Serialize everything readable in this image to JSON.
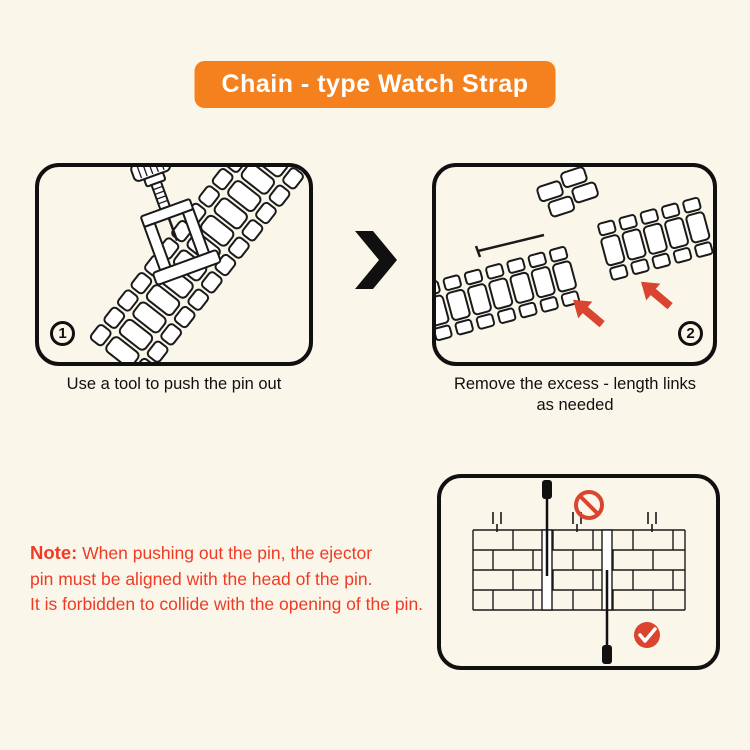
{
  "page": {
    "background_color": "#FBF6EA"
  },
  "header": {
    "title": "Chain - type Watch Strap",
    "background_color": "#F5811E",
    "text_color": "#FFFFFF"
  },
  "steps": [
    {
      "number": "1",
      "caption_lines": [
        "Use a tool to push the pin out"
      ]
    },
    {
      "number": "2",
      "caption_lines": [
        "Remove the excess - length links",
        "as needed"
      ]
    }
  ],
  "note": {
    "label": "Note:",
    "lines": [
      " When pushing out the pin, the ejector",
      "pin must be aligned with the head of the pin.",
      "It is forbidden to collide with the opening of the pin."
    ],
    "color": "#EF3B25"
  },
  "icons": {
    "between_steps": "chevron-right",
    "wrong_position": "prohibition",
    "correct_position": "checkmark"
  },
  "accent_colors": {
    "red": "#D9452F",
    "orange": "#F5811E",
    "ink": "#101010"
  }
}
